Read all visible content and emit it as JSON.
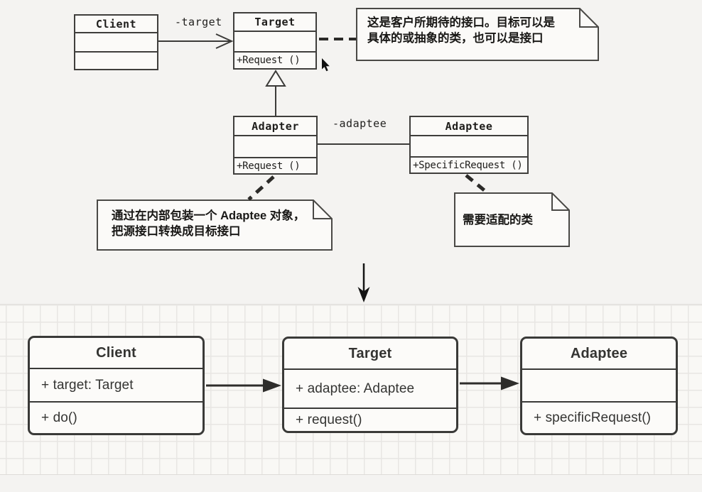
{
  "colors": {
    "page_bg": "#f4f3f1",
    "box_fill": "#fbfaf8",
    "box_border": "#3f3e3c",
    "bottom_box_fill": "#fcfbf9",
    "bottom_box_border": "#3a3a38",
    "grid_bg": "#f9f8f5",
    "grid_line": "#e8e6e3",
    "text_dark": "#1e1d1b",
    "bottom_text": "#343432"
  },
  "top": {
    "classes": {
      "client": {
        "name": "Client",
        "attr": "",
        "method": ""
      },
      "target": {
        "name": "Target",
        "attr": "",
        "method": "+Request ()"
      },
      "adapter": {
        "name": "Adapter",
        "attr": "",
        "method": "+Request ()"
      },
      "adaptee": {
        "name": "Adaptee",
        "attr": "",
        "method": "+SpecificRequest ()"
      }
    },
    "edge_labels": {
      "client_target": "-target",
      "adapter_adaptee": "-adaptee"
    },
    "notes": {
      "target": {
        "line1": "这是客户所期待的接口。目标可以是",
        "line2": "具体的或抽象的类，也可以是接口"
      },
      "adapter": {
        "line1": "通过在内部包装一个 Adaptee 对象，",
        "line2": "把源接口转换成目标接口"
      },
      "adaptee": {
        "line1": "需要适配的类"
      }
    }
  },
  "bottom": {
    "classes": {
      "client": {
        "name": "Client",
        "attr": "+ target: Target",
        "method": "+ do()"
      },
      "target": {
        "name": "Target",
        "attr": "+ adaptee: Adaptee",
        "method": "+ request()"
      },
      "adaptee": {
        "name": "Adaptee",
        "attr": "",
        "method": "+ specificRequest()"
      }
    }
  }
}
